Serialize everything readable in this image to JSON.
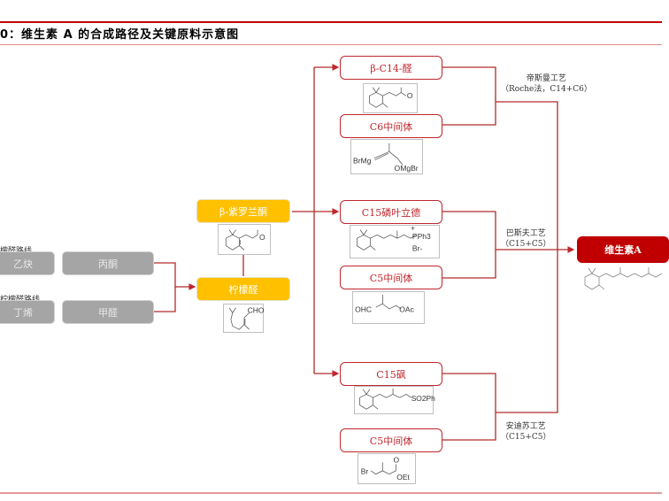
{
  "header": {
    "title": "0：维生素 A 的合成路径及关键原料示意图"
  },
  "colors": {
    "accent_red": "#c00000",
    "box_red": "#c0262c",
    "yellow": "#ffc000",
    "grey": "#a5a5a5"
  },
  "left_routes": [
    {
      "label": "檬醛路线",
      "inputs": [
        "乙炔",
        "丙酮"
      ]
    },
    {
      "label": "柠檬醛路线",
      "inputs": [
        "丁烯",
        "甲醛"
      ]
    }
  ],
  "intermediates": {
    "citral": {
      "label": "柠檬醛",
      "formula_text": "CHO"
    },
    "beta_ionone": {
      "label": "β-紫罗兰酮",
      "formula_text": "O"
    }
  },
  "branches": [
    {
      "process": "帝斯曼工艺",
      "process_detail": "（Roche法，C14+C6）",
      "nodes": [
        {
          "label": "β-C14-醛",
          "formula_text": [
            "O"
          ]
        },
        {
          "label": "C6中间体",
          "formula_text": [
            "BrMg",
            "OMgBr"
          ]
        }
      ]
    },
    {
      "process": "巴斯夫工艺",
      "process_detail": "（C15+C5）",
      "nodes": [
        {
          "label": "C15磷叶立德",
          "formula_text": [
            "+",
            "PPh3",
            "Br-"
          ]
        },
        {
          "label": "C5中间体",
          "formula_text": [
            "OHC",
            "OAc"
          ]
        }
      ]
    },
    {
      "process": "安迪苏工艺",
      "process_detail": "（C15+C5）",
      "nodes": [
        {
          "label": "C15砜",
          "formula_text": [
            "SO2Ph"
          ]
        },
        {
          "label": "C5中间体",
          "formula_text": [
            "Br",
            "O",
            "OEt"
          ]
        }
      ]
    }
  ],
  "product": {
    "label": "维生素A"
  }
}
